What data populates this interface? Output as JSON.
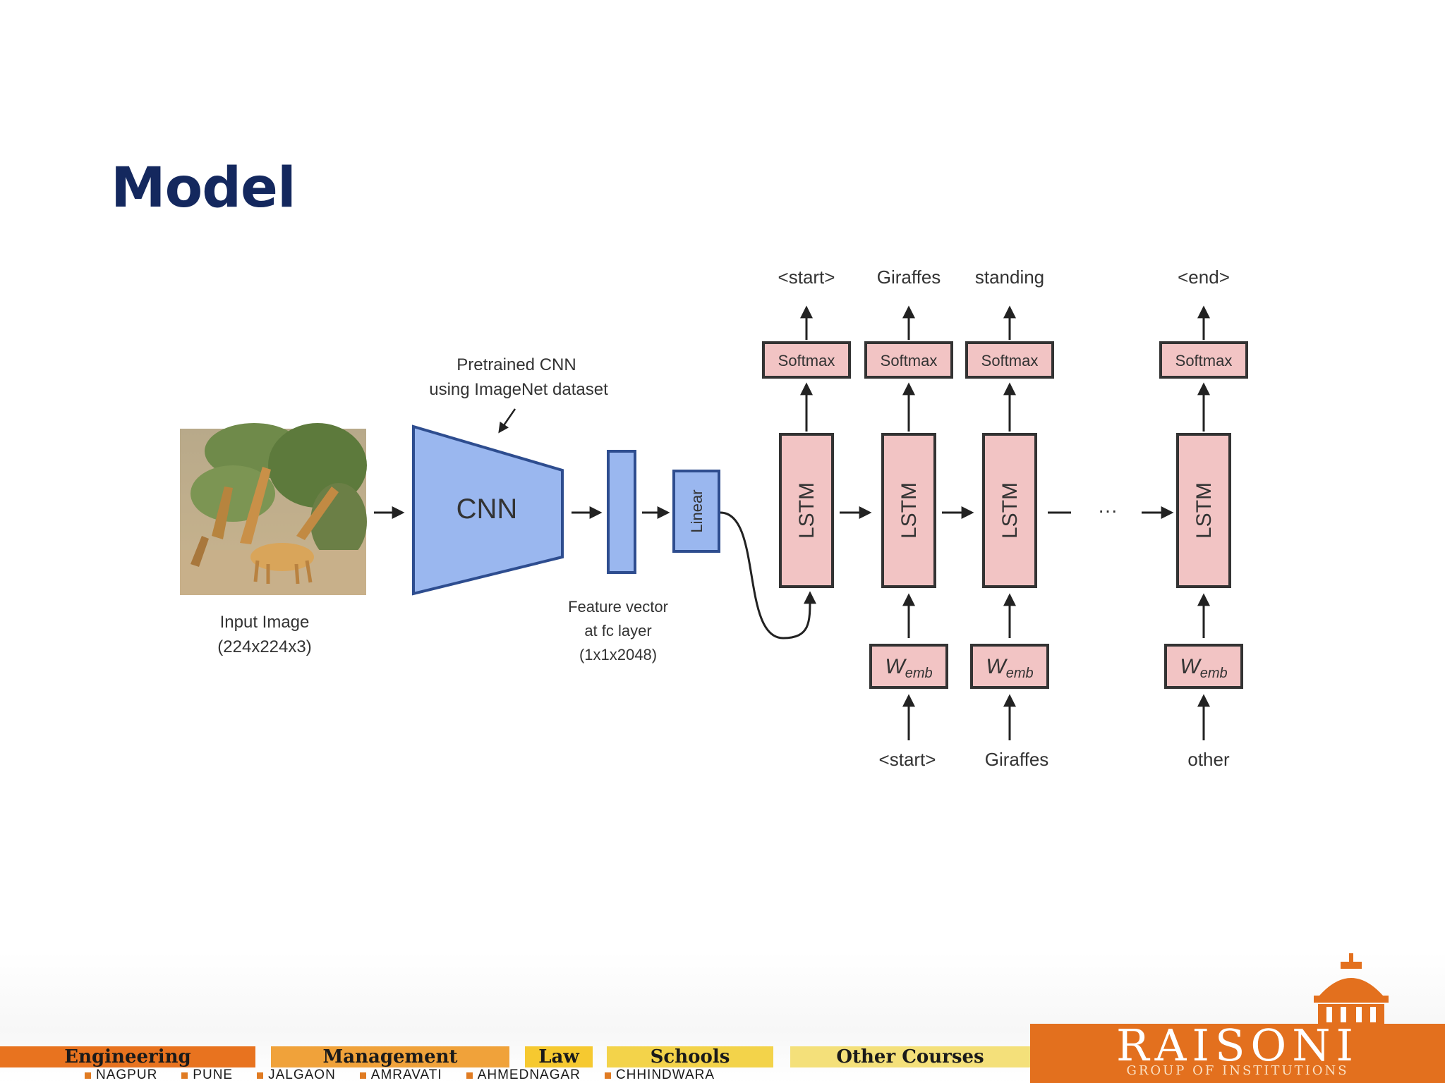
{
  "slide": {
    "title": "Model"
  },
  "diagram": {
    "input_image": {
      "label_line1": "Input Image",
      "label_line2": "(224x224x3)"
    },
    "cnn": {
      "label": "CNN",
      "annotation_line1": "Pretrained CNN",
      "annotation_line2": "using ImageNet dataset"
    },
    "feature_vector": {
      "label_line1": "Feature vector",
      "label_line2": "at fc layer",
      "label_line3": "(1x1x2048)"
    },
    "linear": {
      "label": "Linear"
    },
    "lstm_label": "LSTM",
    "softmax_label": "Softmax",
    "wemb_main": "W",
    "wemb_sub": "emb",
    "outputs": [
      "<start>",
      "Giraffes",
      "standing",
      "<end>"
    ],
    "inputs": [
      "<start>",
      "Giraffes",
      "other"
    ],
    "ellipsis": "— ··· →"
  },
  "footer": {
    "categories": [
      {
        "label": "Engineering",
        "color": "#e8731f"
      },
      {
        "label": "Management",
        "color": "#f0a23a"
      },
      {
        "label": "Law",
        "color": "#f6c930"
      },
      {
        "label": "Schools",
        "color": "#f3d34a"
      },
      {
        "label": "Other Courses",
        "color": "#f4e07a"
      }
    ],
    "cities": [
      "NAGPUR",
      "PUNE",
      "JALGAON",
      "AMRAVATI",
      "AHMEDNAGAR",
      "CHHINDWARA"
    ],
    "logo": {
      "name": "RAISONI",
      "tagline": "GROUP OF INSTITUTIONS",
      "color": "#e3701e"
    }
  }
}
